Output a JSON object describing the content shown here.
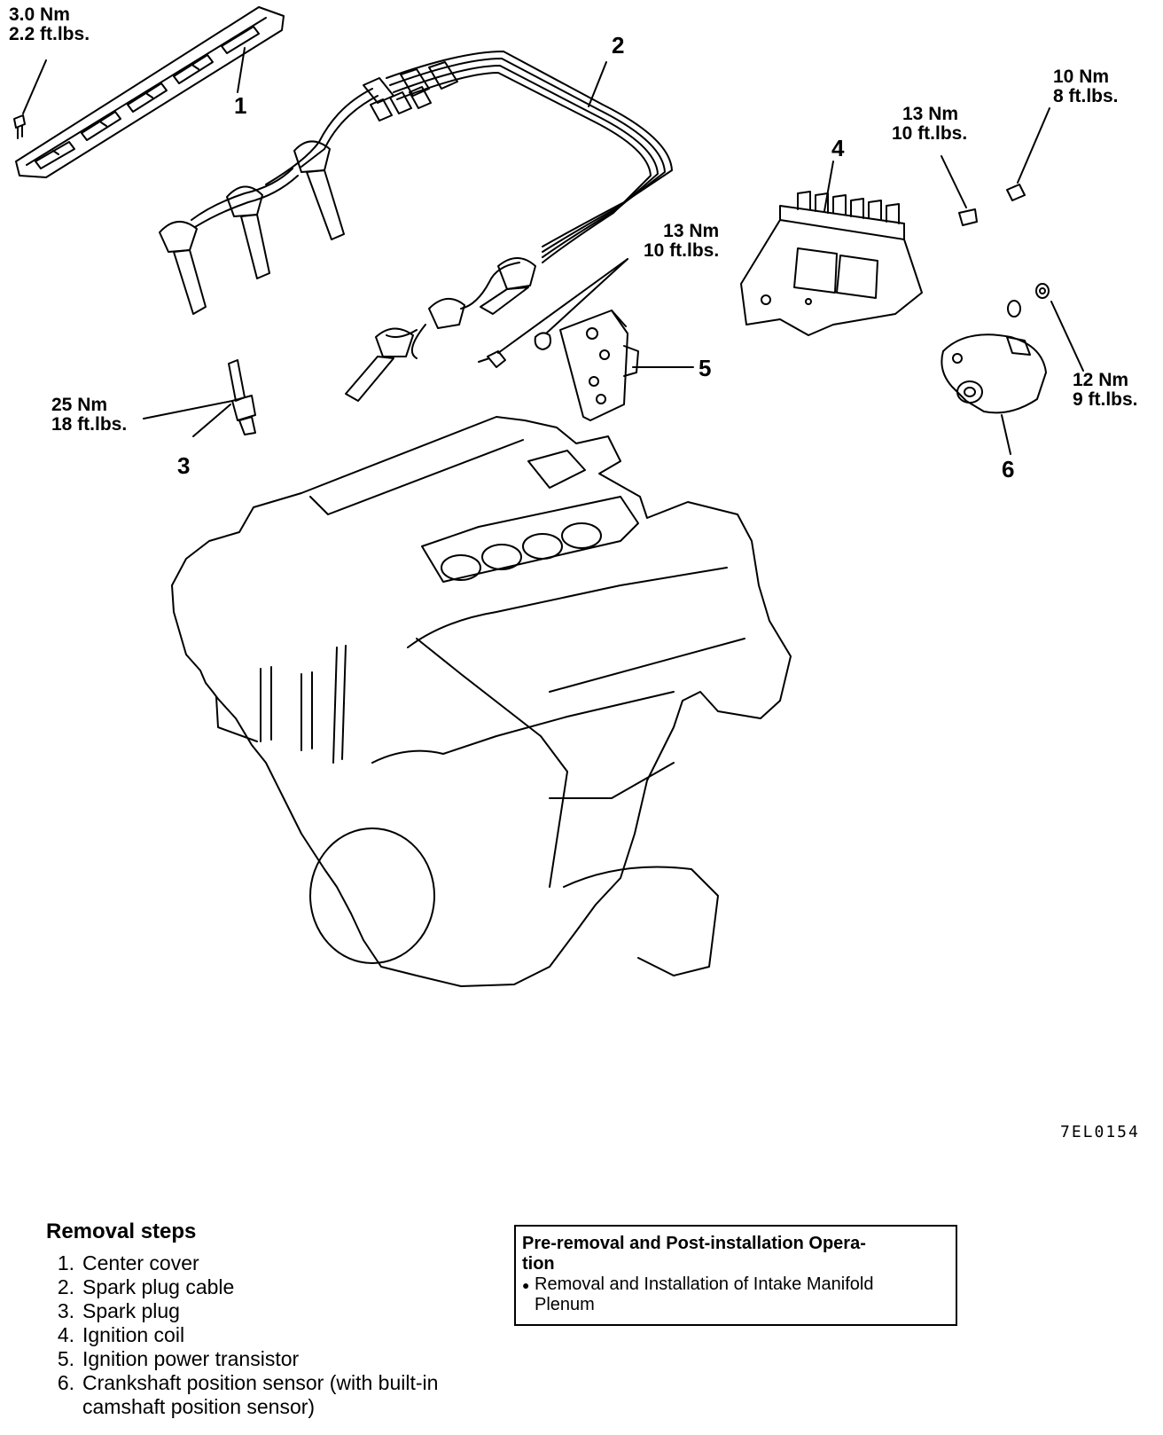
{
  "diagram": {
    "torque_labels": [
      {
        "id": "t1",
        "line1": "3.0 Nm",
        "line2": "2.2 ft.lbs."
      },
      {
        "id": "t2",
        "line1": "13 Nm",
        "line2": "10 ft.lbs."
      },
      {
        "id": "t3",
        "line1": "25 Nm",
        "line2": "18 ft.lbs."
      },
      {
        "id": "t4",
        "line1": "13 Nm",
        "line2": "10 ft.lbs."
      },
      {
        "id": "t5",
        "line1": "10 Nm",
        "line2": "8 ft.lbs."
      },
      {
        "id": "t6",
        "line1": "12 Nm",
        "line2": "9 ft.lbs."
      }
    ],
    "callouts": [
      "1",
      "2",
      "3",
      "4",
      "5",
      "6"
    ],
    "figure_code": "7EL0154"
  },
  "removal": {
    "heading": "Removal steps",
    "steps": [
      {
        "num": "1.",
        "text": "Center cover"
      },
      {
        "num": "2.",
        "text": "Spark plug cable"
      },
      {
        "num": "3.",
        "text": "Spark plug"
      },
      {
        "num": "4.",
        "text": "Ignition coil"
      },
      {
        "num": "5.",
        "text": "Ignition power transistor"
      },
      {
        "num": "6.",
        "text": "Crankshaft position sensor (with built-in"
      },
      {
        "num": "",
        "text": "camshaft position sensor)"
      }
    ]
  },
  "operation_box": {
    "title_line1": "Pre-removal and Post-installation Opera-",
    "title_line2": "tion",
    "bullet": "●",
    "item_line1": "Removal and Installation of Intake Manifold",
    "item_line2": "Plenum"
  }
}
